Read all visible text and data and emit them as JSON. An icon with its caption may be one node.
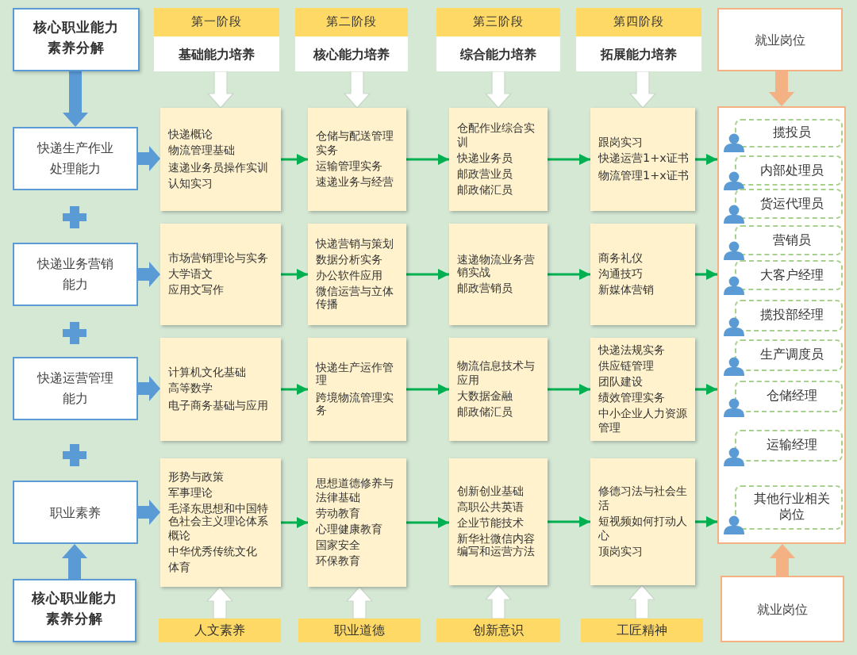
{
  "diagram": {
    "nodes": [
      {
        "text": [
          "核心职业能力素养分解"
        ]
      },
      {
        "text": [
          "第一阶段",
          "基础能力培养"
        ]
      },
      {
        "text": [
          "第二阶段",
          "核心能力培养"
        ]
      },
      {
        "text": [
          "第三阶段",
          "综合能力培养"
        ]
      },
      {
        "text": [
          "第四阶段",
          "拓展能力培养"
        ]
      },
      {
        "text": [
          "就业岗位"
        ]
      },
      {
        "text": [
          "快递生产作业处理能力"
        ]
      },
      {
        "text": [
          "快递概论",
          "物流管理基础",
          "速递业务员操作实训",
          "认知实习"
        ]
      },
      {
        "text": [
          "仓储与配送管理实务",
          "运输管理实务",
          "速递业务与经营"
        ]
      },
      {
        "text": [
          "仓配作业综合实训",
          "快递业务员",
          "邮政营业员",
          "邮政储汇员"
        ]
      },
      {
        "text": [
          "跟岗实习",
          "快递运营1+x证书",
          "物流管理1+x证书"
        ]
      },
      {
        "text": [],
        "shape": "box"
      },
      {
        "text": [
          "揽投员"
        ],
        "in": 11
      },
      {
        "text": [
          "内部处理员"
        ],
        "in": 11
      },
      {
        "text": [
          "货运代理员"
        ],
        "in": 11
      },
      {
        "text": [
          "营销员"
        ],
        "in": 11
      },
      {
        "text": [
          "大客户经理"
        ],
        "in": 11
      },
      {
        "text": [
          "揽投部经理"
        ],
        "in": 11
      },
      {
        "text": [
          "生产调度员"
        ],
        "in": 11
      },
      {
        "text": [
          "仓储经理"
        ],
        "in": 11
      },
      {
        "text": [
          "运输经理"
        ],
        "in": 11
      },
      {
        "text": [
          "其他行业相关岗位"
        ],
        "in": 11
      },
      {
        "text": [
          "快递业务营销能力"
        ]
      },
      {
        "text": [
          "市场营销理论与实务",
          "大学语文",
          "应用文写作"
        ]
      },
      {
        "text": [
          "快递营销与策划",
          "数据分析实务",
          "办公软件应用",
          "微信运营与立体传播"
        ]
      },
      {
        "text": [
          "速递物流业务营销实战",
          "邮政营销员"
        ]
      },
      {
        "text": [
          "商务礼仪",
          "沟通技巧",
          "新媒体营销"
        ]
      },
      {
        "text": [
          "快递运营管理能力"
        ]
      },
      {
        "text": [
          "计算机文化基础",
          "高等数学",
          "电子商务基础与应用"
        ]
      },
      {
        "text": [
          "快递生产运作管理",
          "跨境物流管理实务"
        ]
      },
      {
        "text": [
          "物流信息技术与应用",
          "大数据金融",
          "邮政储汇员"
        ]
      },
      {
        "text": [
          "快递法规实务",
          "供应链管理",
          "团队建设",
          "绩效管理实务",
          "中小企业人力资源管理"
        ]
      },
      {
        "text": [
          "职业素养"
        ]
      },
      {
        "text": [
          "形势与政策",
          "军事理论",
          "毛泽东思想和中国特色社会主义理论体系概论",
          "中华优秀传统文化",
          "体育"
        ]
      },
      {
        "text": [
          "思想道德修养与法律基础",
          "劳动教育",
          "心理健康教育",
          "国家安全",
          "环保教育"
        ]
      },
      {
        "text": [
          "创新创业基础",
          "高职公共英语",
          "企业节能技术",
          "新华社微信内容编写和运营方法"
        ]
      },
      {
        "text": [
          "修德习法与社会生活",
          "短视频如何打动人心",
          "顶岗实习"
        ]
      },
      {
        "text": [
          "核心职业能力素养分解"
        ]
      },
      {
        "text": [
          "人文素养"
        ]
      },
      {
        "text": [
          "职业道德"
        ]
      },
      {
        "text": [
          "创新意识"
        ]
      },
      {
        "text": [
          "工匠精神"
        ]
      },
      {
        "text": [
          "就业岗位"
        ]
      }
    ],
    "edges": [
      {
        "from": 0,
        "to": 6,
        "arrow": "to",
        "style": "thick",
        "color": "#5b9bd5"
      },
      {
        "from": 1,
        "to": 7,
        "arrow": "to",
        "style": "thick",
        "color": "#ffffff"
      },
      {
        "from": 2,
        "to": 8,
        "arrow": "to",
        "style": "thick",
        "color": "#ffffff"
      },
      {
        "from": 3,
        "to": 9,
        "arrow": "to",
        "style": "thick",
        "color": "#ffffff"
      },
      {
        "from": 4,
        "to": 10,
        "arrow": "to",
        "style": "thick",
        "color": "#ffffff"
      },
      {
        "from": 5,
        "to": 11,
        "arrow": "to",
        "style": "thick",
        "color": "#f4b183"
      },
      {
        "from": 6,
        "to": 7,
        "arrow": "to",
        "style": "thick",
        "color": "#5b9bd5"
      },
      {
        "from": 7,
        "to": 8,
        "arrow": "to"
      },
      {
        "from": 8,
        "to": 9,
        "arrow": "to"
      },
      {
        "from": 9,
        "to": 10,
        "arrow": "to"
      },
      {
        "from": 10,
        "to": 11,
        "arrow": "to"
      },
      {
        "from": 22,
        "to": 23,
        "arrow": "to",
        "style": "thick",
        "color": "#5b9bd5"
      },
      {
        "from": 23,
        "to": 24,
        "arrow": "to"
      },
      {
        "from": 24,
        "to": 25,
        "arrow": "to"
      },
      {
        "from": 25,
        "to": 26,
        "arrow": "to"
      },
      {
        "from": 26,
        "to": 11,
        "arrow": "to"
      },
      {
        "from": 27,
        "to": 28,
        "arrow": "to",
        "style": "thick",
        "color": "#5b9bd5"
      },
      {
        "from": 28,
        "to": 29,
        "arrow": "to"
      },
      {
        "from": 29,
        "to": 30,
        "arrow": "to"
      },
      {
        "from": 30,
        "to": 31,
        "arrow": "to"
      },
      {
        "from": 31,
        "to": 11,
        "arrow": "to"
      },
      {
        "from": 32,
        "to": 33,
        "arrow": "to",
        "style": "thick",
        "color": "#5b9bd5"
      },
      {
        "from": 33,
        "to": 34,
        "arrow": "to"
      },
      {
        "from": 34,
        "to": 35,
        "arrow": "to"
      },
      {
        "from": 35,
        "to": 36,
        "arrow": "to"
      },
      {
        "from": 36,
        "to": 11,
        "arrow": "to"
      },
      {
        "from": 37,
        "to": 32,
        "arrow": "to",
        "style": "thick",
        "color": "#5b9bd5"
      },
      {
        "from": 38,
        "to": 33,
        "arrow": "to",
        "style": "thick",
        "color": "#ffffff"
      },
      {
        "from": 39,
        "to": 34,
        "arrow": "to",
        "style": "thick",
        "color": "#ffffff"
      },
      {
        "from": 40,
        "to": 35,
        "arrow": "to",
        "style": "thick",
        "color": "#ffffff"
      },
      {
        "from": 41,
        "to": 36,
        "arrow": "to",
        "style": "thick",
        "color": "#ffffff"
      },
      {
        "from": 42,
        "to": 11,
        "arrow": "to",
        "style": "thick",
        "color": "#f4b183"
      }
    ]
  }
}
